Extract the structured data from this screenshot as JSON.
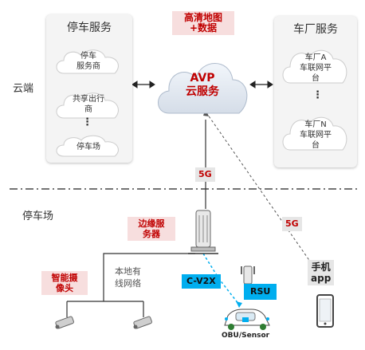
{
  "zones": {
    "cloud_side": "云端",
    "parking_lot": "停车场"
  },
  "parking_service": {
    "title": "停车服务",
    "items": [
      "停车\n服务商",
      "共享出行\n商",
      "停车场"
    ],
    "dots": "⋮"
  },
  "oem_service": {
    "title": "车厂服务",
    "items": [
      "车厂A\n车联网平\n台",
      "车厂N\n车联网平\n台"
    ],
    "dots": "⋮"
  },
  "hd_map_label": "高清地图\n+数据",
  "avp_cloud": "AVP\n云服务",
  "link_5g_edge": "5G",
  "link_5g_phone": "5G",
  "edge_server_label": "边缘服\n务器",
  "smart_camera_label": "智能摄\n像头",
  "local_network": "本地有\n线网络",
  "cv2x_label": "C-V2X",
  "rsu_label": "RSU",
  "phone_label": "手机\napp",
  "obu_label": "OBU/Sensor",
  "colors": {
    "accent_red": "#c00000",
    "cloud_blue": "#2e86de",
    "cv2x_blue": "#00aeef"
  }
}
